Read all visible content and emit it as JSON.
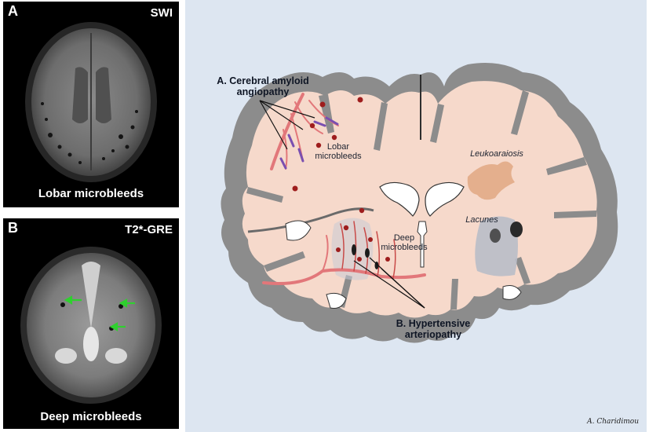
{
  "panel_a": {
    "letter": "A",
    "sequence": "SWI",
    "caption": "Lobar microbleeds"
  },
  "panel_b": {
    "letter": "B",
    "sequence": "T2*-GRE",
    "caption": "Deep  microbleeds"
  },
  "diagram": {
    "caa_label_line1": "A. Cerebral amyloid",
    "caa_label_line2": "angiopathy",
    "lobar_label_line1": "Lobar",
    "lobar_label_line2": "microbleeds",
    "leukoaraiosis_label": "Leukoaraiosis",
    "lacunes_label": "Lacunes",
    "deep_label_line1": "Deep",
    "deep_label_line2": "microbleeds",
    "hta_label_line1": "B. Hypertensive",
    "hta_label_line2": "arteriopathy",
    "signature": "A. Charidimou"
  },
  "colors": {
    "background": "#dde6f1",
    "cortex": "#8c8c8c",
    "white_matter": "#f6d9cb",
    "microbleed": "#9e1d1d",
    "vessel": "#e2777a",
    "amyloid": "#7a4fb0",
    "leukoaraiosis": "#e0a783",
    "lacune_region": "#b9bcc8"
  }
}
